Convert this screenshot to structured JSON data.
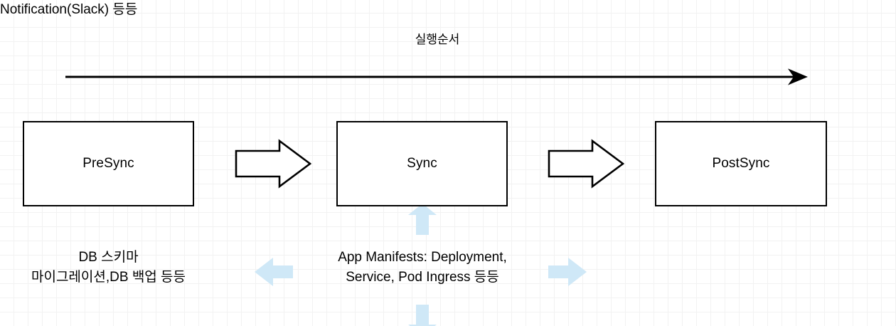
{
  "diagram": {
    "title": "실행순서",
    "flow_arrow": {
      "name": "execution-order-arrow",
      "direction": "right"
    },
    "phases": [
      {
        "id": "presync",
        "label": "PreSync",
        "caption": "DB 스키마\n마이그레이션,DB 백업 등등"
      },
      {
        "id": "sync",
        "label": "Sync",
        "caption": "App Manifests: Deployment,\nService, Pod Ingress 등등"
      },
      {
        "id": "postsync",
        "label": "PostSync",
        "caption": "Notification(Slack) 등등"
      }
    ],
    "connectors": [
      {
        "id": "presync-to-sync",
        "type": "block-arrow",
        "direction": "right"
      },
      {
        "id": "sync-to-postsync",
        "type": "block-arrow",
        "direction": "right"
      }
    ],
    "hover_handles": [
      {
        "id": "handle-up",
        "direction": "up"
      },
      {
        "id": "handle-down",
        "direction": "down"
      },
      {
        "id": "handle-left",
        "direction": "left"
      },
      {
        "id": "handle-right",
        "direction": "right"
      }
    ],
    "colors": {
      "stroke": "#000000",
      "box_fill": "#ffffff",
      "handle": "#cfe8f7",
      "grid_minor": "#f2f2f2",
      "grid_major": "#d7d7d7"
    }
  }
}
